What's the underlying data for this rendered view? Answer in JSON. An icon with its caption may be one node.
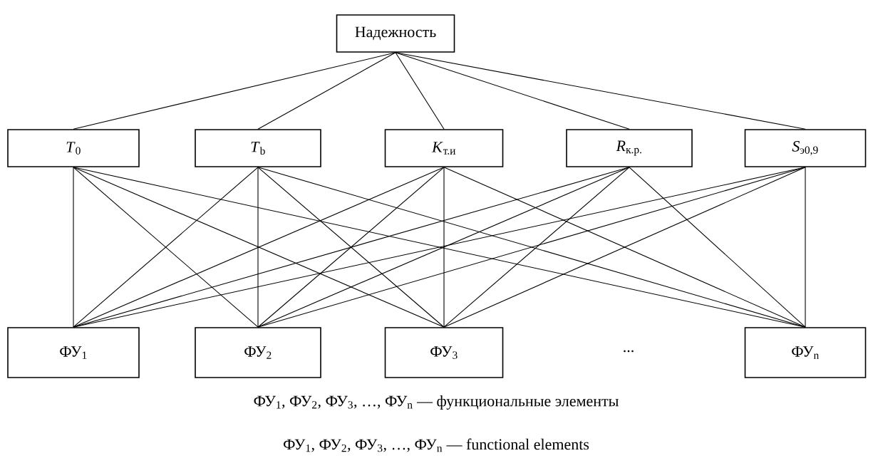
{
  "diagram": {
    "nodes": [
      {
        "text": [
          "Надежность"
        ]
      },
      {
        "text": [
          "*T*$_{0}$"
        ]
      },
      {
        "text": [
          "*T*$_{b}$"
        ]
      },
      {
        "text": [
          "*K*$_{т.и}$"
        ]
      },
      {
        "text": [
          "*R*$_{к.р.}$"
        ]
      },
      {
        "text": [
          "*S*$_{э0,9}$"
        ]
      },
      {
        "text": [
          "ФУ$_{1}$"
        ]
      },
      {
        "text": [
          "ФУ$_{2}$"
        ]
      },
      {
        "text": [
          "ФУ$_{3}$"
        ]
      },
      {
        "text": [
          "ФУ$_{n}$"
        ]
      }
    ],
    "edges": [
      {
        "from": 0,
        "to": 1,
        "arrow": "none"
      },
      {
        "from": 0,
        "to": 2,
        "arrow": "none"
      },
      {
        "from": 0,
        "to": 3,
        "arrow": "none"
      },
      {
        "from": 0,
        "to": 4,
        "arrow": "none"
      },
      {
        "from": 0,
        "to": 5,
        "arrow": "none"
      },
      {
        "from": 1,
        "to": 6,
        "arrow": "none"
      },
      {
        "from": 1,
        "to": 7,
        "arrow": "none"
      },
      {
        "from": 1,
        "to": 8,
        "arrow": "none"
      },
      {
        "from": 1,
        "to": 9,
        "arrow": "none"
      },
      {
        "from": 2,
        "to": 6,
        "arrow": "none"
      },
      {
        "from": 2,
        "to": 7,
        "arrow": "none"
      },
      {
        "from": 2,
        "to": 8,
        "arrow": "none"
      },
      {
        "from": 2,
        "to": 9,
        "arrow": "none"
      },
      {
        "from": 3,
        "to": 6,
        "arrow": "none"
      },
      {
        "from": 3,
        "to": 7,
        "arrow": "none"
      },
      {
        "from": 3,
        "to": 8,
        "arrow": "none"
      },
      {
        "from": 3,
        "to": 9,
        "arrow": "none"
      },
      {
        "from": 4,
        "to": 6,
        "arrow": "none"
      },
      {
        "from": 4,
        "to": 7,
        "arrow": "none"
      },
      {
        "from": 4,
        "to": 8,
        "arrow": "none"
      },
      {
        "from": 4,
        "to": 9,
        "arrow": "none"
      },
      {
        "from": 5,
        "to": 6,
        "arrow": "none"
      },
      {
        "from": 5,
        "to": 7,
        "arrow": "none"
      },
      {
        "from": 5,
        "to": 8,
        "arrow": "none"
      },
      {
        "from": 5,
        "to": 9,
        "arrow": "none"
      }
    ],
    "labels": [
      "...",
      "ФУ$_{1}$, ФУ$_{2}$, ФУ$_{3}$, …, ФУ$_{n}$ — функциональные элементы",
      "ФУ$_{1}$, ФУ$_{2}$, ФУ$_{3}$, …, ФУ$_{n}$ — functional elements"
    ]
  }
}
